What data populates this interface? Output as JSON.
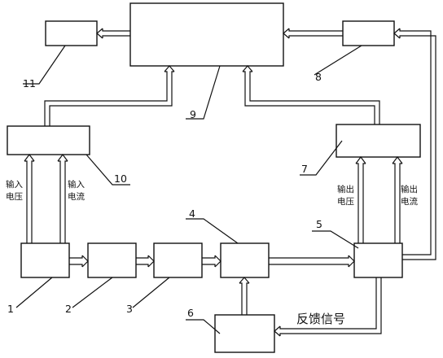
{
  "labels": {
    "n1": "1",
    "n2": "2",
    "n3": "3",
    "n4": "4",
    "n5": "5",
    "n6": "6",
    "n7": "7",
    "n8": "8",
    "n9": "9",
    "n10": "10",
    "n11": "11",
    "input_voltage": [
      "输入",
      "电压"
    ],
    "input_current": [
      "输入",
      "电流"
    ],
    "output_voltage": [
      "输出",
      "电压"
    ],
    "output_current": [
      "输出",
      "电流"
    ],
    "feedback": "反馈信号"
  }
}
